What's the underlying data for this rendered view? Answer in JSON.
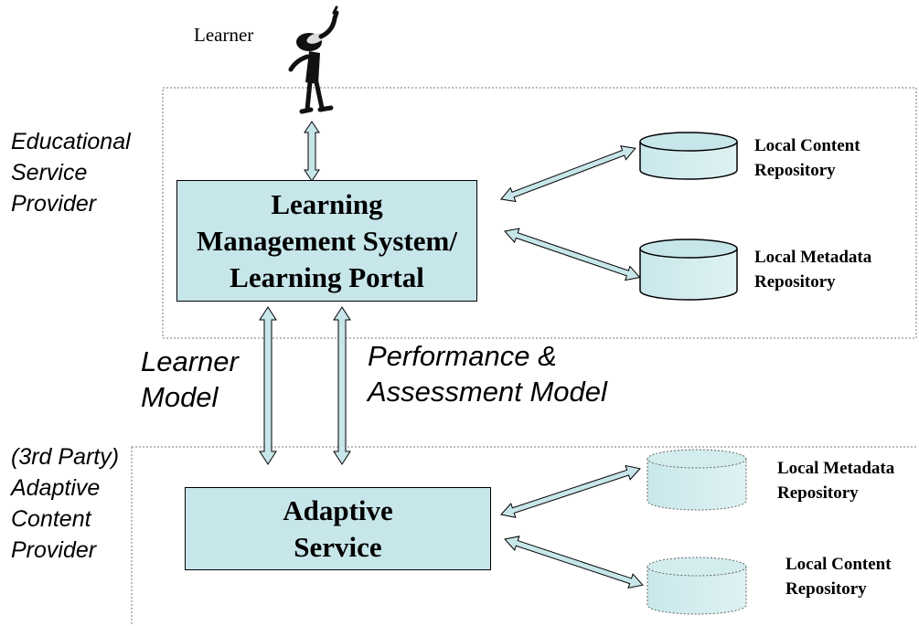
{
  "learner_label": "Learner",
  "educational_provider": [
    "Educational",
    "Service",
    "Provider"
  ],
  "adaptive_provider": [
    "(3rd Party)",
    "Adaptive",
    "Content",
    "Provider"
  ],
  "lms_box": [
    "Learning",
    "Management System/",
    "Learning Portal"
  ],
  "adaptive_box": [
    "Adaptive",
    "Service"
  ],
  "learner_model": [
    "Learner",
    "Model"
  ],
  "performance_model": [
    "Performance &",
    "Assessment Model"
  ],
  "repositories": {
    "top_content": [
      "Local Content",
      "Repository"
    ],
    "top_metadata": [
      "Local Metadata",
      "Repository"
    ],
    "bottom_metadata": [
      "Local Metadata",
      "Repository"
    ],
    "bottom_content": [
      "Local Content",
      "Repository"
    ]
  },
  "colors": {
    "box_fill": "#c7e6ea",
    "cylinder_top_fill": "#c7e6ea",
    "cylinder_bottom_fill": "#d3ecee",
    "border": "#000000"
  },
  "icons": {
    "learner_figure": "stick-figure-pointing-icon"
  }
}
